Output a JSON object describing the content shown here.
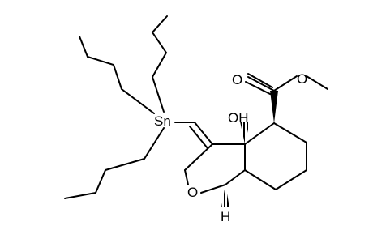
{
  "atoms": {
    "tin": "Sn",
    "hydroxyl": "OH",
    "ring_oxygen": "O",
    "ester_carbonyl_oxygen": "O",
    "ester_ether_oxygen": "O",
    "ring_fusion_hydrogen": "H"
  },
  "colors": {
    "bond": "#000000",
    "background": "#ffffff"
  }
}
